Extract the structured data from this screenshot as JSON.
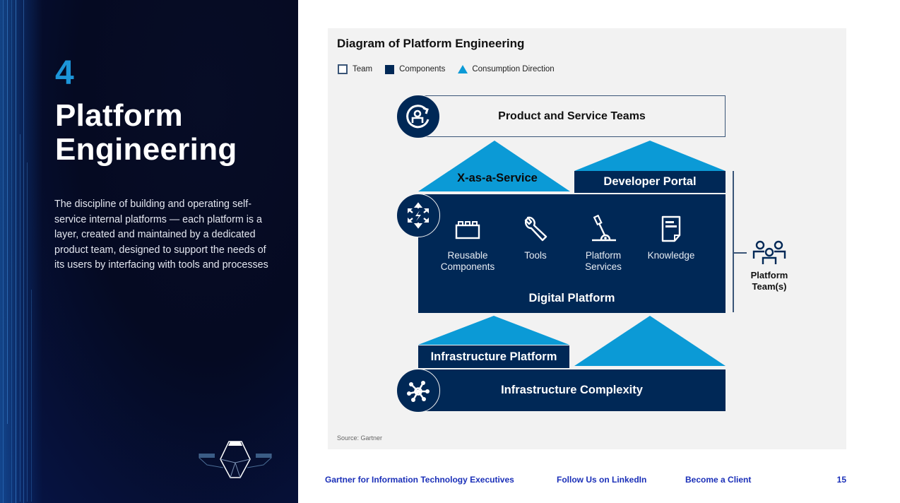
{
  "section": {
    "number": "4",
    "title_line1": "Platform",
    "title_line2": "Engineering",
    "description": "The discipline of building and operating self-service internal platforms — each platform is a layer, created and maintained by a dedicated product team, designed to support the needs of its users by interfacing with tools and processes"
  },
  "diagram": {
    "title": "Diagram of Platform Engineering",
    "legend": [
      {
        "label": "Team",
        "icon": "outlined-square-icon"
      },
      {
        "label": "Components",
        "icon": "filled-square-icon"
      },
      {
        "label": "Consumption Direction",
        "icon": "triangle-icon"
      }
    ],
    "product_teams": {
      "label": "Product and Service Teams",
      "icon": "user-refresh-icon"
    },
    "xaas": {
      "label": "X-as-a-Service"
    },
    "developer_portal": {
      "label": "Developer Portal"
    },
    "digital_platform": {
      "label": "Digital Platform",
      "icon": "lightning-arrows-icon",
      "items": [
        {
          "line1": "Reusable",
          "line2": "Components",
          "icon": "building-block-icon"
        },
        {
          "line1": "Tools",
          "line2": "",
          "icon": "wrench-icon"
        },
        {
          "line1": "Platform",
          "line2": "Services",
          "icon": "lever-icon"
        },
        {
          "line1": "Knowledge",
          "line2": "",
          "icon": "document-icon"
        }
      ]
    },
    "platform_teams": {
      "line1": "Platform",
      "line2": "Team(s)",
      "icon": "team-icon"
    },
    "infrastructure_platform": {
      "label": "Infrastructure Platform"
    },
    "infrastructure_complexity": {
      "label": "Infrastructure Complexity",
      "icon": "network-hub-icon"
    },
    "source": "Source: Gartner",
    "colors": {
      "navy": "#002856",
      "accent": "#0b9ad6",
      "team_border": "#3a5577",
      "panel_bg": "#f2f2f2"
    }
  },
  "footer": {
    "links": [
      "Gartner for Information Technology Executives",
      "Follow Us on LinkedIn",
      "Become a Client"
    ],
    "page_number": "15"
  }
}
